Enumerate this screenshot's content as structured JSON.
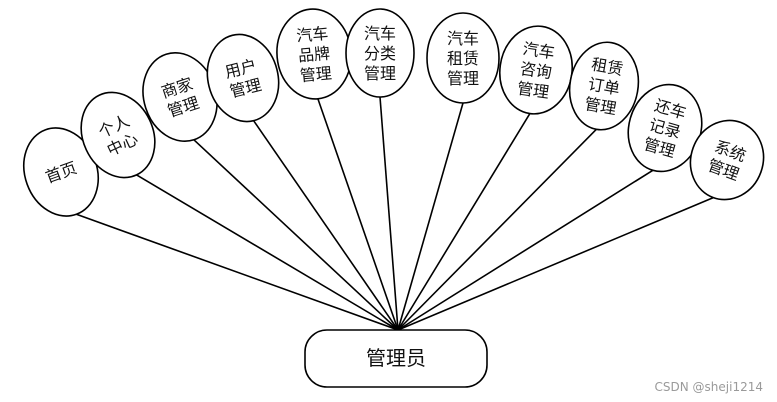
{
  "root": {
    "label": "管理员"
  },
  "modules": [
    {
      "lines": [
        "首页"
      ]
    },
    {
      "lines": [
        "个人",
        "中心"
      ]
    },
    {
      "lines": [
        "商家",
        "管理"
      ]
    },
    {
      "lines": [
        "用户",
        "管理"
      ]
    },
    {
      "lines": [
        "汽车",
        "品牌",
        "管理"
      ]
    },
    {
      "lines": [
        "汽车",
        "分类",
        "管理"
      ]
    },
    {
      "lines": [
        "汽车",
        "租赁",
        "管理"
      ]
    },
    {
      "lines": [
        "汽车",
        "咨询",
        "管理"
      ]
    },
    {
      "lines": [
        "租赁",
        "订单",
        "管理"
      ]
    },
    {
      "lines": [
        "还车",
        "记录",
        "管理"
      ]
    },
    {
      "lines": [
        "系统",
        "管理"
      ]
    }
  ],
  "watermark": "CSDN @sheji1214",
  "colors": {
    "stroke": "#000000",
    "fill": "#ffffff",
    "text": "#111111"
  }
}
